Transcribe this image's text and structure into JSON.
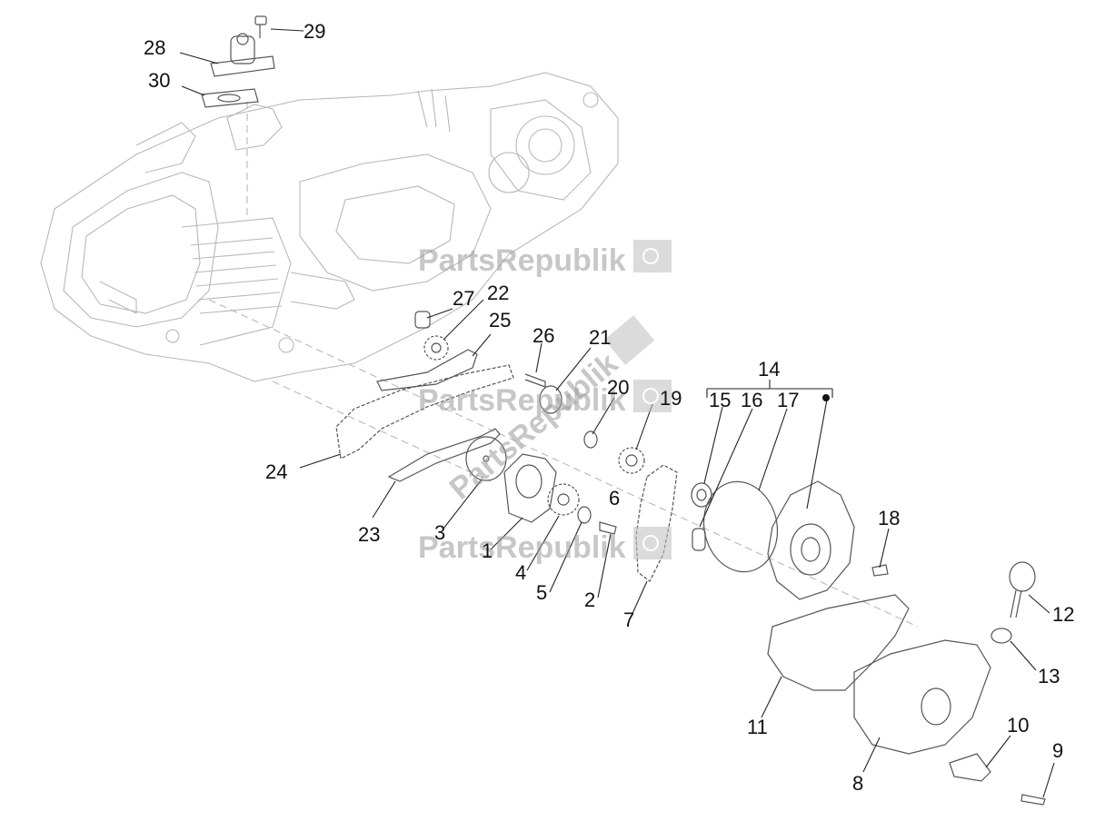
{
  "watermark": {
    "text": "PartsRepublik",
    "icon": "gear-flag-icon"
  },
  "callouts": [
    "1",
    "2",
    "3",
    "4",
    "5",
    "6",
    "7",
    "8",
    "9",
    "10",
    "11",
    "12",
    "13",
    "14",
    "15",
    "16",
    "17",
    "18",
    "19",
    "20",
    "21",
    "22",
    "23",
    "24",
    "25",
    "26",
    "27",
    "28",
    "29",
    "30"
  ],
  "group_bracket_label": "14"
}
